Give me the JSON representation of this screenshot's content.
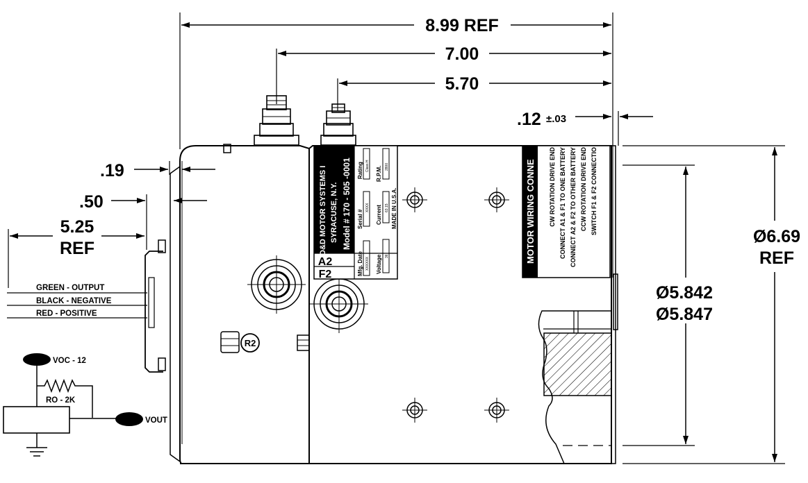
{
  "dimensions": {
    "overall_length": "8.99 REF",
    "length_7": "7.00",
    "length_5": "5.70",
    "gap": ".12",
    "gap_tol": "±.03",
    "d19": ".19",
    "d50": ".50",
    "d525_value": "5.25",
    "d525_ref": "REF",
    "dia_outer_value": "Ø6.69",
    "dia_outer_ref": "REF",
    "pilot_dia_1": "Ø5.842",
    "pilot_dia_2": "Ø5.847"
  },
  "wires": {
    "green": "GREEN - OUTPUT",
    "black": "BLACK - NEGATIVE",
    "red": "RED - POSITIVE"
  },
  "circuit": {
    "voc": "VOC - 12",
    "ro": "RO - 2K",
    "vout": "VOUT"
  },
  "nameplate": {
    "company": "D&D MOTOR SYSTEMS I",
    "city": "SYRACUSE, N.Y.",
    "model": "Model # 170 - 505 -0001",
    "terminal_a2": "A2",
    "terminal_f2": "F2",
    "mfg_date_label": "Mfg. Date",
    "mfg_date_value": "XXXXXX",
    "voltage_label": "Voltage",
    "voltage_value": "36",
    "serial_label": "Serial #",
    "serial_value": "XXXX",
    "current_label": "Current",
    "current_value": "63.15",
    "rating_label": "Rating",
    "rating_value": "Class H",
    "rpm_label": "R.P.M.",
    "rpm_value": "2800",
    "made_in": "MADE IN U.S.A."
  },
  "wiring_plate": {
    "title": "MOTOR WIRING CONNE",
    "line1": "CW ROTATION DRIVE END",
    "line2": "CONNECT A1 & F1 TO ONE BATTERY",
    "line3": "CONNECT A2 & F2 TO OTHER BATTERY",
    "line4": "CCW ROTATION DRIVE END",
    "line5": "SWITCH F1 & F2 CONNECTIO"
  },
  "markers": {
    "r2": "R2"
  }
}
